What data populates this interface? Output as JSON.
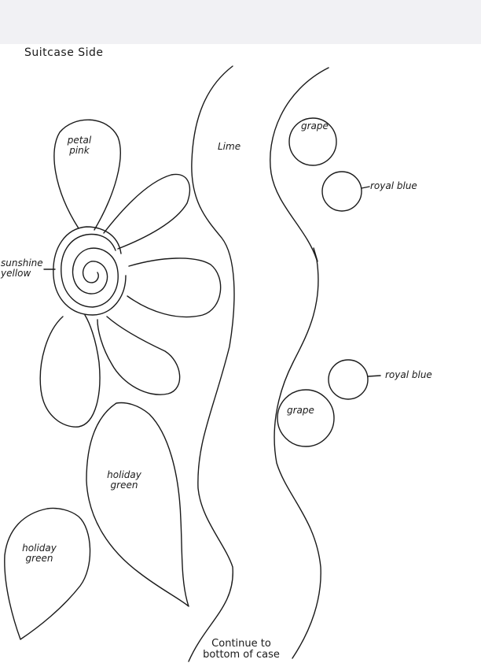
{
  "page": {
    "title": "Suitcase Side",
    "labels": {
      "petal": "petal\npink",
      "center": "sunshine\nyellow",
      "lime": "Lime",
      "grape_top": "grape",
      "royal_blue_top": "royal blue",
      "royal_blue_bottom": "royal blue",
      "grape_bottom": "grape",
      "leaf_upper": "holiday\ngreen",
      "leaf_lower": "holiday\ngreen",
      "continue_note": "Continue to\nbottom of case"
    }
  },
  "colors": {
    "ink": "#1a1a1a",
    "paper": "#ffffff",
    "scan_margin": "#f1f1f4"
  }
}
